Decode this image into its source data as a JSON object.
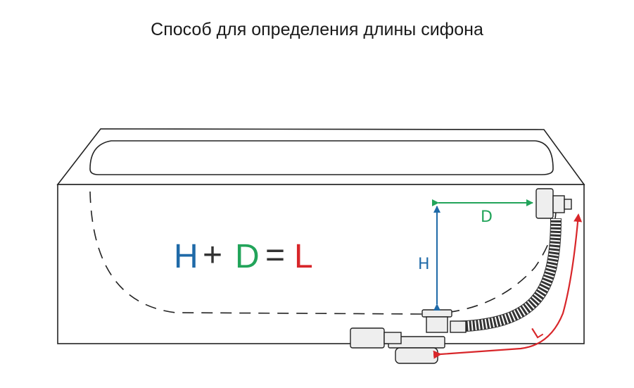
{
  "title": "Способ для определения длины сифона",
  "formula": {
    "h": "H",
    "plus": "+",
    "d": "D",
    "eq": "=",
    "l": "L"
  },
  "labels": {
    "h": "H",
    "d": "D",
    "l": "L"
  },
  "colors": {
    "h": "#1f6aa8",
    "d": "#22a45a",
    "l": "#d8262a",
    "line": "#222222"
  }
}
